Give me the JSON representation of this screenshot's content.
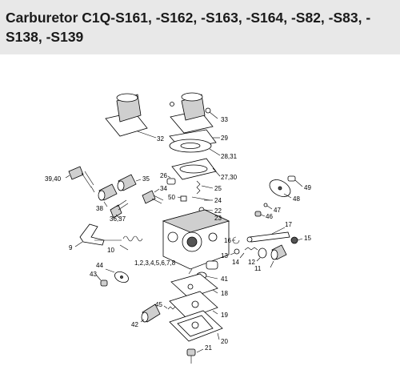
{
  "title": "Carburetor C1Q-S161, -S162, -S163, -S164, -S82, -S83, -S138, -S139",
  "labels": {
    "l33": "33",
    "l32": "32",
    "l29": "29",
    "l28_31": "28,31",
    "l27_30": "27,30",
    "l26": "26",
    "l25": "25",
    "l35": "35",
    "l39_40": "39,40",
    "l34": "34",
    "l50": "50",
    "l24": "24",
    "l22": "22",
    "l23": "23",
    "l48": "48",
    "l49": "49",
    "l38": "38",
    "l36_37": "36,37",
    "l47": "47",
    "l46": "46",
    "l17": "17",
    "l9": "9",
    "l10": "10",
    "l16": "16",
    "l15": "15",
    "l13": "13",
    "l14": "14",
    "l12": "12",
    "l11": "11",
    "l44": "44",
    "l1_8": "1,2,3,4,5,6,7,8",
    "l41": "41",
    "l43": "43",
    "l18": "18",
    "l45": "45",
    "l19": "19",
    "l42": "42",
    "l20": "20",
    "l21": "21"
  }
}
